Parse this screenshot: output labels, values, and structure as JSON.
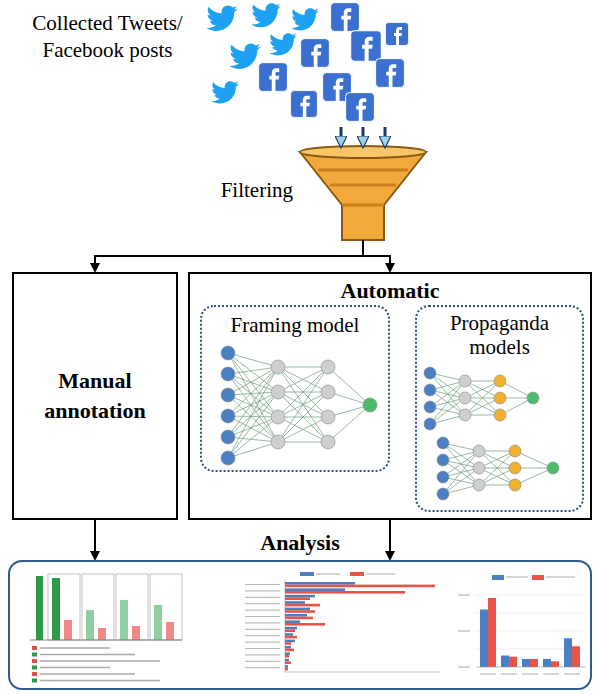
{
  "diagram": {
    "nodes": [
      {
        "text": [
          "Collected Tweets/ Facebook posts"
        ]
      },
      {
        "text": [
          "Filtering"
        ]
      },
      {
        "text": [
          "Manual annotation"
        ]
      },
      {
        "text": [
          "Automatic"
        ]
      },
      {
        "text": [
          "Framing model"
        ],
        "in": 3
      },
      {
        "text": [
          "Propaganda models"
        ],
        "in": 3
      },
      {
        "text": [
          "Analysis"
        ]
      }
    ],
    "edges": [
      {
        "from": 0,
        "to": 1,
        "arrow": "to"
      },
      {
        "from": 1,
        "to": 2,
        "arrow": "to"
      },
      {
        "from": 1,
        "to": 3,
        "arrow": "to"
      },
      {
        "from": 2,
        "to": 6,
        "arrow": "to"
      },
      {
        "from": 3,
        "to": 6,
        "arrow": "to"
      }
    ]
  }
}
